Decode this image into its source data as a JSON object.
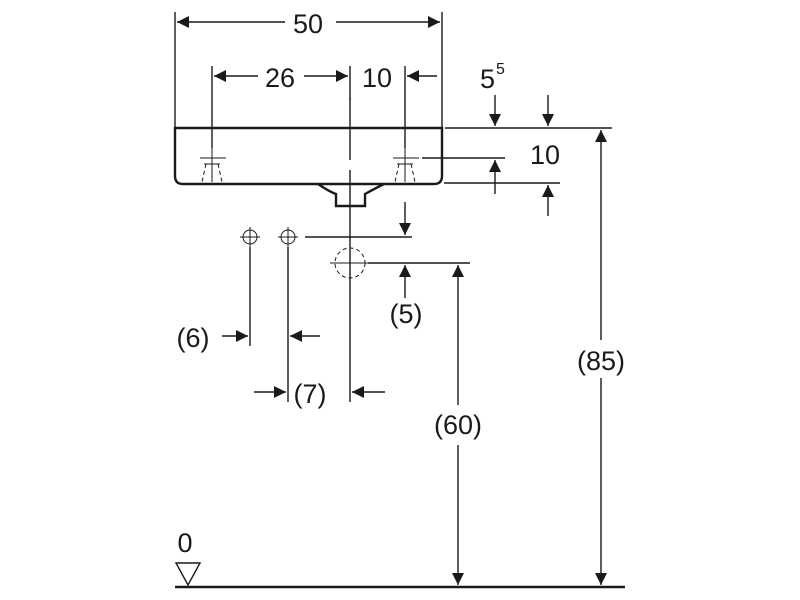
{
  "labels": {
    "width_total": "50",
    "width_left": "26",
    "width_right": "10",
    "depth_base": "5",
    "depth_exp": "5",
    "height_basin": "10",
    "supply_spacing_a": "(6)",
    "supply_spacing_b": "(7)",
    "drain_offset": "(5)",
    "drain_height": "(60)",
    "rim_height": "(85)",
    "floor_level": "0"
  },
  "colors": {
    "ink": "#1a1a1a",
    "background": "#ffffff"
  }
}
